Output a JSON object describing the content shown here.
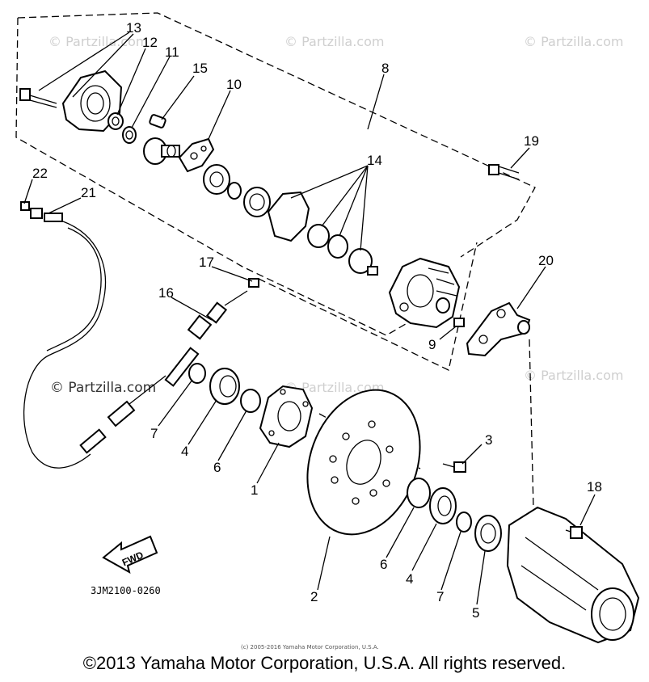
{
  "diagram": {
    "watermarks": [
      "© Partzilla.com",
      "© Partzilla.com",
      "© Partzilla.com",
      "© Partzilla.com",
      "© Partzilla.com",
      "© Partzilla.com"
    ],
    "drawing_code": "3JM2100-0260",
    "fwd_label": "FWD",
    "small_copyright": "(c) 2005-2016 Yamaha Motor Corporation, U.S.A.",
    "footer_copyright": "©2013 Yamaha Motor Corporation, U.S.A. All rights reserved.",
    "callouts": {
      "c1": "1",
      "c2": "2",
      "c3": "3",
      "c4a": "4",
      "c4b": "4",
      "c5": "5",
      "c6a": "6",
      "c6b": "6",
      "c7a": "7",
      "c7b": "7",
      "c8": "8",
      "c9": "9",
      "c10": "10",
      "c11": "11",
      "c12": "12",
      "c13": "13",
      "c14": "14",
      "c15": "15",
      "c16": "16",
      "c17": "17",
      "c18": "18",
      "c19": "19",
      "c20": "20",
      "c21": "21",
      "c22": "22"
    }
  }
}
